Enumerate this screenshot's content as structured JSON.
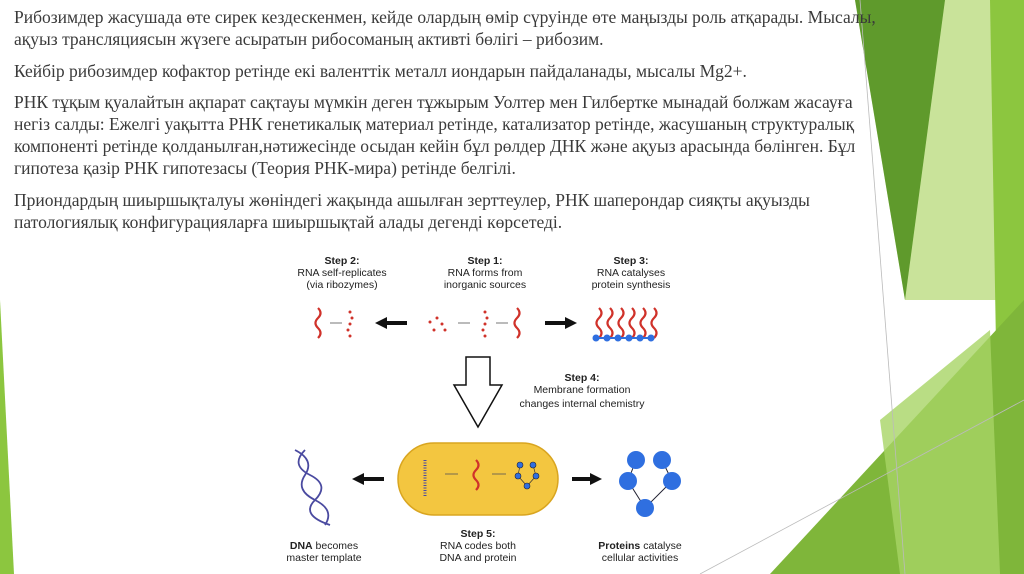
{
  "paragraphs": [
    {
      "lines": [
        "Рибозимдер жасушада өте сирек кездескенмен, кейде олардың өмір сүруінде өте маңызды роль атқарады. Мысалы,",
        "ақуыз трансляциясын жүзеге асыратын рибосоманың активті бөлігі – рибозим."
      ]
    },
    {
      "lines": [
        "Кейбір рибозимдер кофактор ретінде  екі валенттік металл иондарын пайдаланады, мысалы Mg2+."
      ]
    },
    {
      "lines": [
        "РНК тұқым қуалайтын ақпарат сақтауы мүмкін деген тұжырым Уолтер мен Гилбертке мынадай болжам жасауға",
        "негіз салды: Ежелгі уақытта РНК генетикалық материал ретінде, катализатор ретінде, жасушаның структуралық",
        "компоненті ретінде қолданылған,нәтижесінде осыдан кейін бұл рөлдер ДНК және ақуыз арасында бөлінген. Бұл",
        "гипотеза қазір РНК гипотезасы (Теория РНК-мира) ретінде белгілі."
      ]
    },
    {
      "lines": [
        "Приондардың шиыршықталуы жөніндегі жақында ашылған зерттеулер, РНК шаперондар сияқты ақуызды",
        "патологиялық конфигурацияларға шиыршықтай алады дегенді көрсетеді."
      ]
    }
  ],
  "figure": {
    "step2": {
      "title": "Step 2:",
      "l1": "RNA self-replicates",
      "l2": "(via ribozymes)"
    },
    "step1": {
      "title": "Step 1:",
      "l1": "RNA forms from",
      "l2": "inorganic sources"
    },
    "step3": {
      "title": "Step 3:",
      "l1": "RNA catalyses",
      "l2": "protein synthesis"
    },
    "step4": {
      "title": "Step 4:",
      "l1": "Membrane formation",
      "l2": "changes internal chemistry"
    },
    "step5": {
      "title": "Step 5:",
      "l1": "RNA codes both",
      "l2": "DNA and protein"
    },
    "dna": {
      "bold": "DNA",
      "rest": " becomes",
      "l2": "master template"
    },
    "proteins": {
      "bold": "Proteins",
      "rest": " catalyse",
      "l2": "cellular activities"
    }
  },
  "colors": {
    "green_dark": "#5f9a2c",
    "green_light": "#8cc63f",
    "rna": "#d0322a",
    "protein": "#2f6fe0",
    "cell": "#f3c640"
  }
}
